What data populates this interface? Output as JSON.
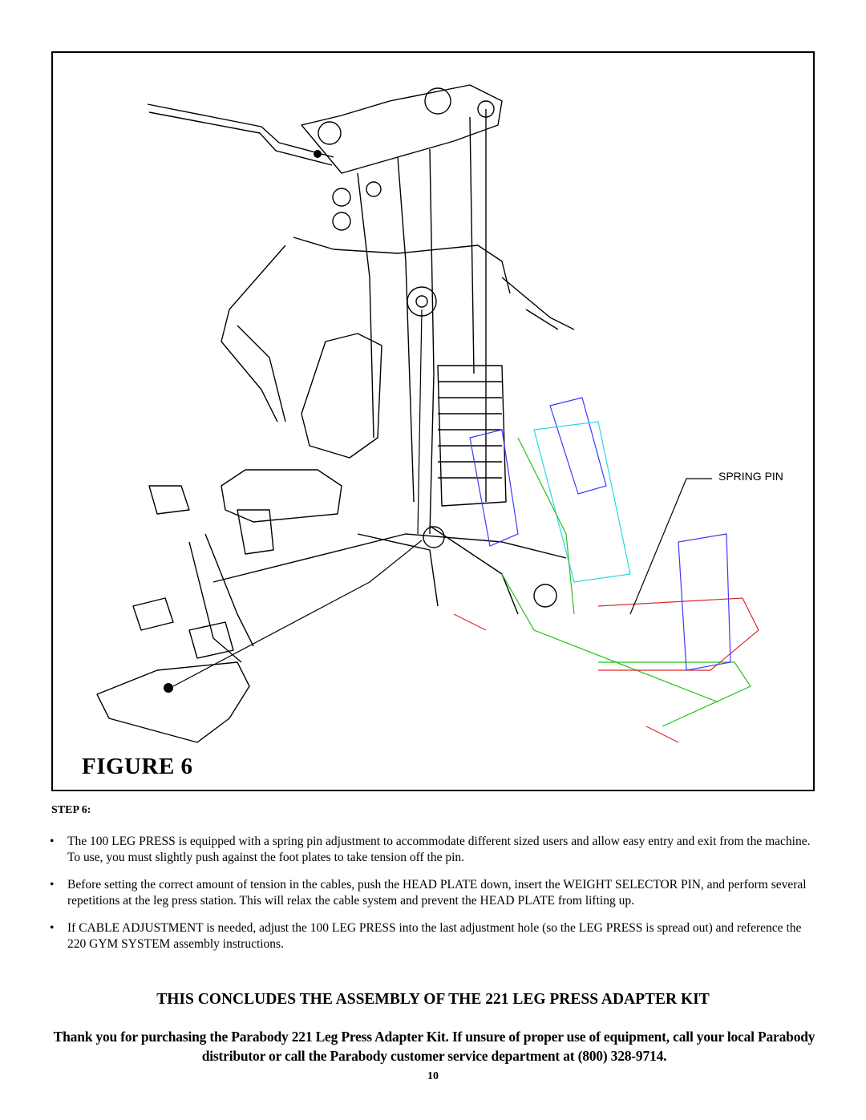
{
  "figure": {
    "caption": "FIGURE 6",
    "callout": "SPRING PIN",
    "line_colors": {
      "frame": "#000000",
      "adapter_blue": "#3a3aff",
      "adapter_cyan": "#28d7e6",
      "adapter_green": "#22c21e",
      "adapter_red": "#e02828"
    }
  },
  "step": {
    "label": "STEP 6:",
    "bullet_symbol": "•",
    "bullets": [
      "The 100 LEG PRESS is equipped with a spring pin adjustment to accommodate different sized users and allow easy entry and exit from the machine. To use, you must slightly push against the foot plates to take tension off the pin.",
      "Before setting the correct amount of tension in the cables, push the HEAD PLATE down, insert the WEIGHT SELECTOR PIN, and perform several repetitions at the leg press station. This will relax the cable system and prevent the HEAD PLATE from lifting up.",
      "If CABLE ADJUSTMENT is needed, adjust the 100 LEG PRESS into the last adjustment hole (so the LEG PRESS is spread out) and reference the 220 GYM SYSTEM assembly instructions."
    ]
  },
  "conclusion": "THIS CONCLUDES THE ASSEMBLY OF THE 221 LEG PRESS ADAPTER KIT",
  "thanks": "Thank you for purchasing the Parabody 221 Leg Press Adapter Kit. If unsure of proper use of equipment, call your local Parabody distributor or call the Parabody customer service department at (800) 328-9714.",
  "page_number": "10"
}
